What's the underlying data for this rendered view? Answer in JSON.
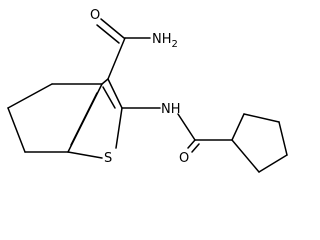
{
  "structure": {
    "type": "chemical-structure",
    "atom_labels": {
      "carbonyl_oxygen_top": "O",
      "amide_nh2": "NH",
      "amide_nh2_subscript": "2",
      "amide_nh": "NH",
      "thiophene_sulfur": "S",
      "carbonyl_oxygen_bottom": "O"
    },
    "colors": {
      "bond": "#000000",
      "label": "#000000",
      "background": "#ffffff"
    }
  }
}
